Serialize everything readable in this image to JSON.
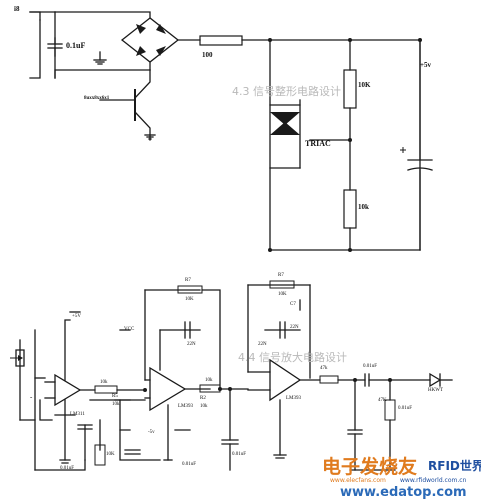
{
  "top_circuit": {
    "input_label": "i8",
    "cap_label": "0.1uF",
    "resistor_series": "100",
    "supply": "+5v",
    "r_top": "10K",
    "triac": "TRIAC",
    "r_bottom": "10k",
    "transistor": "8uxx8xx6x1"
  },
  "bottom_circuit": {
    "plus5_a": "+5V",
    "vcc": "VCC",
    "r7a": "R7",
    "r7a_val": "10K",
    "c_22n_a": "22N",
    "r7b": "R7",
    "r7b_val": "10K",
    "c7": "C7",
    "c_22n_b": "22N",
    "c_22n_c": "22N",
    "r_in_a": "10k",
    "r_in_b": "10k",
    "r_mid": "R5",
    "r_mid_val": "10k",
    "r_2": "R2",
    "r_2_val": "10k",
    "amp1": "LM311",
    "amp2": "LM393",
    "amp3": "LM393",
    "r_out": "47k",
    "c_out_a": "0.01uF",
    "c_out_b": "0.01uF",
    "c_gnd_a": "0.01uF",
    "c_gnd_b": "0.01uF",
    "c_gnd_c": "0.01uF",
    "r_pot": "47K",
    "minus5": "-5v",
    "r_10k_low": "10K",
    "led": "HKWT",
    "neg_in": "-"
  },
  "background_text": [
    "4.3 信号整形电路设计",
    "4.4 信号放大电路设计"
  ],
  "watermark": {
    "brand_left": "电子发烧友",
    "brand_right": "RFID世界网",
    "url_a": "www.elecfans.com",
    "url_b": "www.rfidworld.com.cn",
    "url_c": "www.edatop.com"
  }
}
